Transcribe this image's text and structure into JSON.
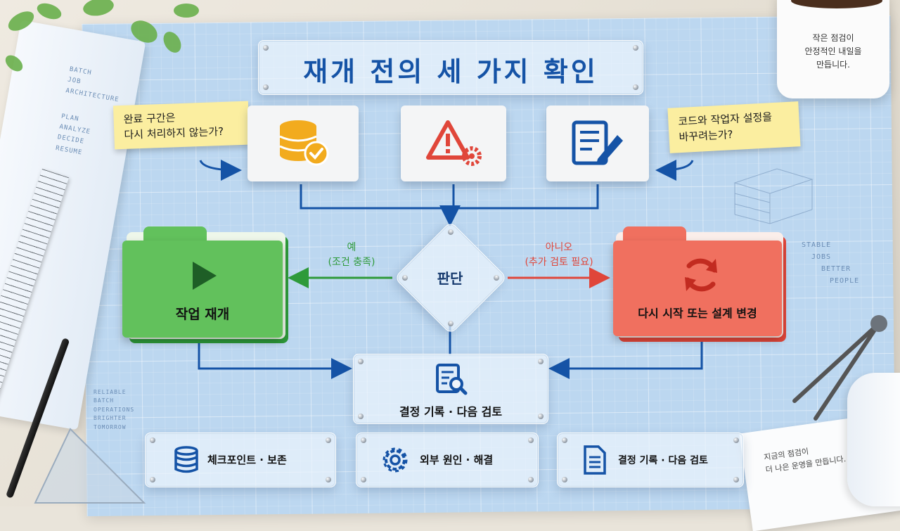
{
  "title": "재개 전의 세 가지 확인",
  "notes": {
    "left": [
      "완료 구간은",
      "다시 처리하지 않는가?"
    ],
    "right": [
      "코드와 작업자 설정을",
      "바꾸려는가?"
    ]
  },
  "decision": {
    "label": "판단"
  },
  "yes_branch": {
    "label": "예",
    "sub": "(조건 충족)",
    "result": "작업 재개"
  },
  "no_branch": {
    "label": "아니오",
    "sub": "(추가 검토 필요)",
    "result": "다시 시작 또는 설계 변경"
  },
  "record": {
    "label": "결정 기록 · 다음 검토"
  },
  "bottom_items": [
    {
      "label": "체크포인트 · 보존"
    },
    {
      "label": "외부 원인 · 해결"
    },
    {
      "label": "결정 기록 · 다음 검토"
    }
  ],
  "blueprint_left_notes": [
    "BATCH",
    "JOB",
    "ARCHITECTURE",
    "PLAN",
    "ANALYZE",
    "DECIDE",
    "RESUME"
  ],
  "blueprint_bottom_notes": [
    "RELIABLE",
    "BATCH",
    "OPERATIONS",
    "BRIGHTER",
    "TOMORROW"
  ],
  "blueprint_right_notes": [
    "STABLE",
    "JOBS",
    "BETTER",
    "PEOPLE"
  ],
  "mug_text": [
    "작은 점검이",
    "안정적인 내일을",
    "만듭니다."
  ],
  "paper_text": [
    "지금의 점검이",
    "더 나은 운영을 만듭니다."
  ],
  "colors": {
    "blue": "#1553a6",
    "green": "#2e9a3a",
    "red": "#e0463a",
    "folder_green": "#62c15c",
    "folder_red": "#f0705f"
  }
}
